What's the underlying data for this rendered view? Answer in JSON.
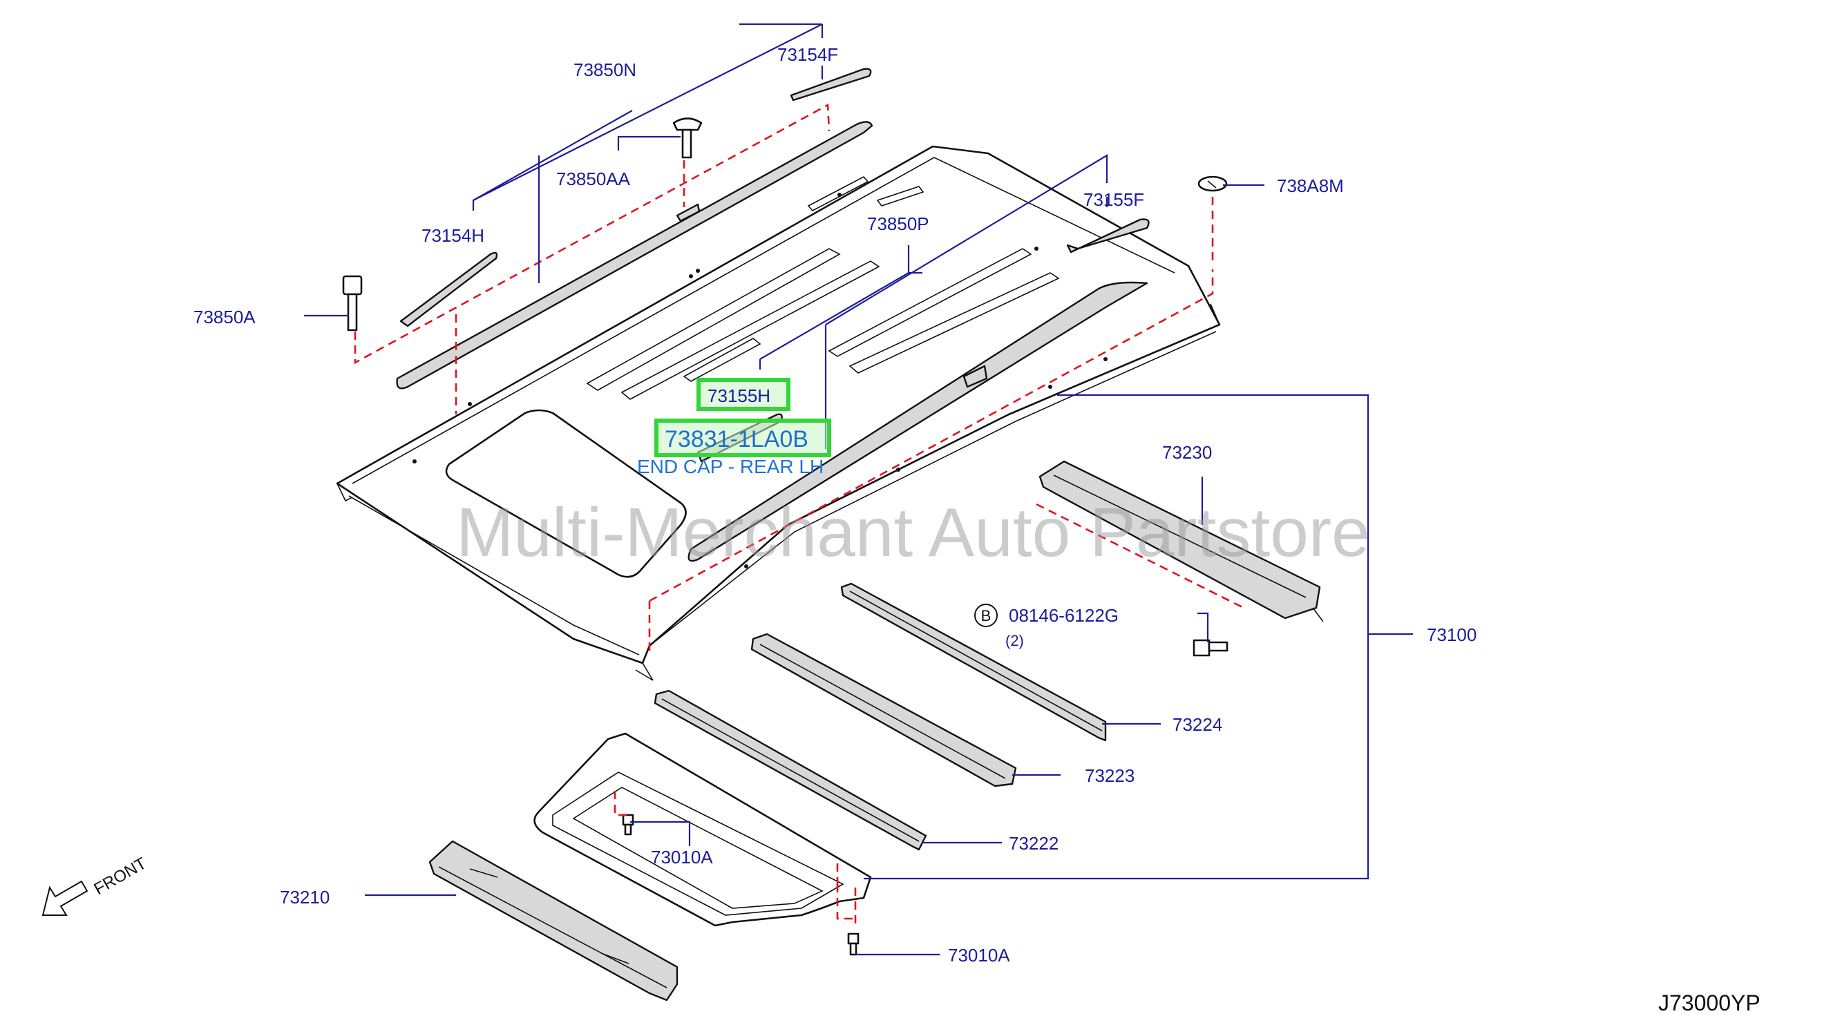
{
  "diagram_code": "J73000YP",
  "watermark": "Multi-Merchant Auto Partstore",
  "front_label": "FRONT",
  "highlight": {
    "label": "73155H",
    "part_number": "73831-1LA0B",
    "description": "END CAP - REAR LH"
  },
  "bolt_ref": {
    "circle_letter": "B",
    "label": "08146-6122G",
    "qty": "(2)"
  },
  "parts": [
    {
      "id": "73850N",
      "label": "73850N"
    },
    {
      "id": "73154F",
      "label": "73154F"
    },
    {
      "id": "73850AA",
      "label": "73850AA"
    },
    {
      "id": "73154H",
      "label": "73154H"
    },
    {
      "id": "73850A",
      "label": "73850A"
    },
    {
      "id": "73850P",
      "label": "73850P"
    },
    {
      "id": "73155F",
      "label": "73155F"
    },
    {
      "id": "738A8M",
      "label": "738A8M"
    },
    {
      "id": "73230",
      "label": "73230"
    },
    {
      "id": "73100",
      "label": "73100"
    },
    {
      "id": "73224",
      "label": "73224"
    },
    {
      "id": "73223",
      "label": "73223"
    },
    {
      "id": "73222",
      "label": "73222"
    },
    {
      "id": "73010A-1",
      "label": "73010A"
    },
    {
      "id": "73010A-2",
      "label": "73010A"
    },
    {
      "id": "73210",
      "label": "73210"
    }
  ],
  "colors": {
    "label_blue": "#1c1c9c",
    "dash_red": "#e0141e",
    "highlight_green": "#35d43a",
    "description_blue": "#1e73d6"
  }
}
